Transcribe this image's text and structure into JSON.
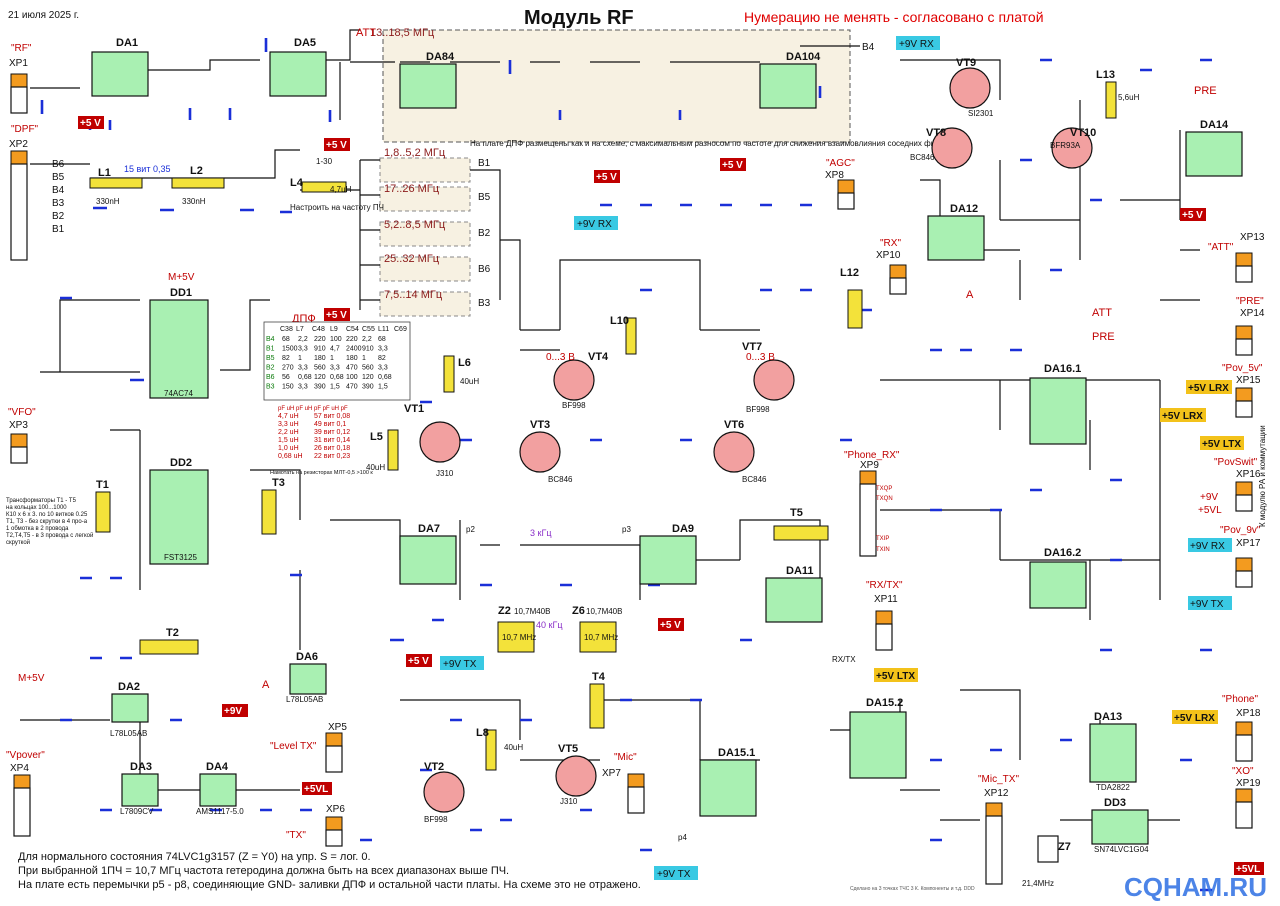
{
  "header": {
    "date": "21 июля 2025 г.",
    "title": "Модуль RF",
    "warning": "Нумерацию не менять - согласовано с платой"
  },
  "connectors": {
    "xp1": {
      "ref": "XP1",
      "name": "\"RF\""
    },
    "xp2": {
      "ref": "XP2",
      "name": "\"DPF\"",
      "pins": [
        "B6",
        "B5",
        "B4",
        "B3",
        "B2",
        "B1"
      ]
    },
    "xp3": {
      "ref": "XP3",
      "name": "\"VFO\""
    },
    "xp4": {
      "ref": "XP4",
      "name": "\"Vpover\""
    },
    "xp5": {
      "ref": "XP5",
      "name": "\"Level TX\""
    },
    "xp6": {
      "ref": "XP6",
      "name": "\"TX\""
    },
    "xp7": {
      "ref": "XP7",
      "name": "\"Mic\""
    },
    "xp8": {
      "ref": "XP8",
      "name": "\"AGC\""
    },
    "xp9": {
      "ref": "XP9",
      "name": "\"Phone_RX\"",
      "pins": [
        "TXQP",
        "TXQN",
        "TXIP",
        "TXIN"
      ]
    },
    "xp10": {
      "ref": "XP10",
      "name": "\"RX\""
    },
    "xp11": {
      "ref": "XP11",
      "name": "\"RX/TX\""
    },
    "xp12": {
      "ref": "XP12",
      "name": "\"Mic_TX\""
    },
    "xp13": {
      "ref": "XP13",
      "name": "\"ATT\""
    },
    "xp14": {
      "ref": "XP14",
      "name": "\"PRE\""
    },
    "xp15": {
      "ref": "XP15",
      "name": "\"Pov_5v\""
    },
    "xp16": {
      "ref": "XP16",
      "name": "\"PovSwit\""
    },
    "xp17": {
      "ref": "XP17",
      "name": "\"Pov_9v\""
    },
    "xp18": {
      "ref": "XP18",
      "name": "\"Phone\""
    },
    "xp19": {
      "ref": "XP19",
      "name": "\"XO\""
    }
  },
  "power": {
    "p5v": "+5 V",
    "p9v": "+9V",
    "p9v_rx": "+9V RX",
    "p9v_tx": "+9V TX",
    "p5v_ltx": "+5V LTX",
    "p5v_lrx": "+5V LRX",
    "p5vl": "+5VL",
    "m5v": "M+5V",
    "side_note": "К модулю РА и коммутации"
  },
  "bands": [
    {
      "label": "13..18,5 МГц",
      "out": "B4"
    },
    {
      "label": "1,8..5,2 МГц",
      "out": "B1"
    },
    {
      "label": "17..26 МГц",
      "out": "B5"
    },
    {
      "label": "5,2..8,5 МГц",
      "out": "B2"
    },
    {
      "label": "25..32 МГц",
      "out": "B6"
    },
    {
      "label": "7,5..14 МГц",
      "out": "B3"
    }
  ],
  "dpf_note": "На плате ДПФ размещены как и на схеме, с максимальным разносом по частоте для снижения взаимовлияния соседних фильтров",
  "dpf_label": "ДПФ",
  "tune_note": "Настроить на частоту ПЧ",
  "table": {
    "headers": [
      "",
      "C38",
      "L7",
      "C48",
      "L9",
      "C54",
      "C55",
      "L11",
      "C69"
    ],
    "rows": [
      [
        "B4",
        "68",
        "2,2",
        "220",
        "100",
        "220",
        "2,2",
        "68"
      ],
      [
        "B1",
        "1500",
        "3,3",
        "910",
        "4,7",
        "2400",
        "910",
        "3,3"
      ],
      [
        "B5",
        "82",
        "1",
        "180",
        "1",
        "180",
        "1",
        "82"
      ],
      [
        "B2",
        "270",
        "3,3",
        "560",
        "3,3",
        "470",
        "560",
        "3,3"
      ],
      [
        "B6",
        "56",
        "0,68",
        "120",
        "0,68",
        "100",
        "120",
        "0,68"
      ],
      [
        "B3",
        "150",
        "3,3",
        "390",
        "1,5",
        "470",
        "390",
        "1,5"
      ]
    ],
    "units": "pF  uH  pF  uH  pF  pF  uH  pF",
    "coils": [
      {
        "l": "4,7 uH",
        "n": "57 вит 0,08"
      },
      {
        "l": "3,3 uH",
        "n": "49 вит 0,1"
      },
      {
        "l": "2,2 uH",
        "n": "39 вит 0,12"
      },
      {
        "l": "1,5 uH",
        "n": "31 вит 0,14"
      },
      {
        "l": "1,0 uH",
        "n": "26 вит 0,18"
      },
      {
        "l": "0,68 uH",
        "n": "22 вит 0,23"
      }
    ],
    "coil_note": "Намотать на резисторах МЛТ-0,5 >100 к"
  },
  "transformer_note": [
    "Трансформаторы Т1 - Т5",
    "на кольцах 100...1000",
    "К10 х 6 х 3. по 10 витков 0.25",
    "Т1, Т3 - без скрутки в 4 про-а",
    "1 обмотка в 2 провода",
    "Т2,Т4,Т5 - в 3 провода с легкой",
    "скруткой"
  ],
  "components": {
    "da1": "DA1",
    "da5": "DA5",
    "da84": "DA84",
    "da104": "DA104",
    "dd1": "DD1",
    "dd2": "DD2",
    "dd1_type": "74AC74",
    "dd2_type": "FST3125",
    "da2": "DA2",
    "da3": "DA3",
    "da4": "DA4",
    "da6": "DA6",
    "da2_type": "L78L05AB",
    "da3_type": "L7809CV",
    "da4_type": "AMS1117-5.0",
    "da6_type": "L78L05AB",
    "da7": "DA7",
    "da9": "DA9",
    "da11": "DA11",
    "da12": "DA12",
    "da13": "DA13",
    "da14": "DA14",
    "da13_type": "TDA2822",
    "da15": "DA15.1",
    "da15b": "DA15.2",
    "da16": "DA16.1",
    "da16b": "DA16.2",
    "dd3": "DD3",
    "dd3_type": "SN74LVC1G04",
    "vt1": "VT1",
    "vt2": "VT2",
    "vt3": "VT3",
    "vt4": "VT4",
    "vt5": "VT5",
    "vt6": "VT6",
    "vt7": "VT7",
    "vt8": "VT8",
    "vt9": "VT9",
    "vt10": "VT10",
    "vt1_type": "J310",
    "vt2_type": "BF998",
    "vt3_type": "BC846",
    "vt4_type": "BF998",
    "vt5_type": "J310",
    "vt6_type": "BC846",
    "vt7_type": "BF998",
    "vt8_type": "BC846",
    "vt9_type": "SI2301",
    "vt10_type": "BFR93A",
    "t1": "T1",
    "t2": "T2",
    "t3": "T3",
    "t4": "T4",
    "t5": "T5",
    "z2": "Z2",
    "z6": "Z6",
    "z2_type": "10,7М40В",
    "z6_type": "10,7М40В",
    "z7": "Z7",
    "z7_type": "21,4MHz",
    "filter_label": "3 кГц",
    "filter_label2": "40 кГц",
    "coil_label": "10,7 MHz",
    "l1": "L1",
    "l2": "L2",
    "l1_desc": "15 вит 0,35",
    "l1_val": "330nH",
    "l2_val": "330nH",
    "l4": "L4",
    "l4_val": "4,7uH",
    "l5": "L5",
    "l5_val": "40uH",
    "l6": "L6",
    "l6_val": "40uH",
    "l8": "L8",
    "l8_val": "40uH",
    "l10": "L10",
    "l12": "L12",
    "l13": "L13",
    "l13_val": "5,6uH",
    "att_label": "ATT",
    "pre_label": "PRE",
    "b4": "B4",
    "ovolt": "0...3 В",
    "a_label": "A",
    "p4": "p4",
    "p2": "p2",
    "p3": "p3",
    "rxtx": "RX/TX",
    "lc": "1-30"
  },
  "notes": [
    "Для нормального состояния 74LVC1g3157 (Z = Y0) на упр. S = лог. 0.",
    "При выбранной 1ПЧ = 10,7 МГц частота гетеродина должна быть на всех диапазонах выше ПЧ.",
    "На плате есть перемычки p5 - p8, соединяющие GND- заливки ДПФ и остальной части платы. На схеме это не отражено."
  ],
  "watermark": "CQHAM.RU",
  "tiny_note": "Сделано на 3 точках ТЧС 3 К. Компоненты и т.д. DDD"
}
